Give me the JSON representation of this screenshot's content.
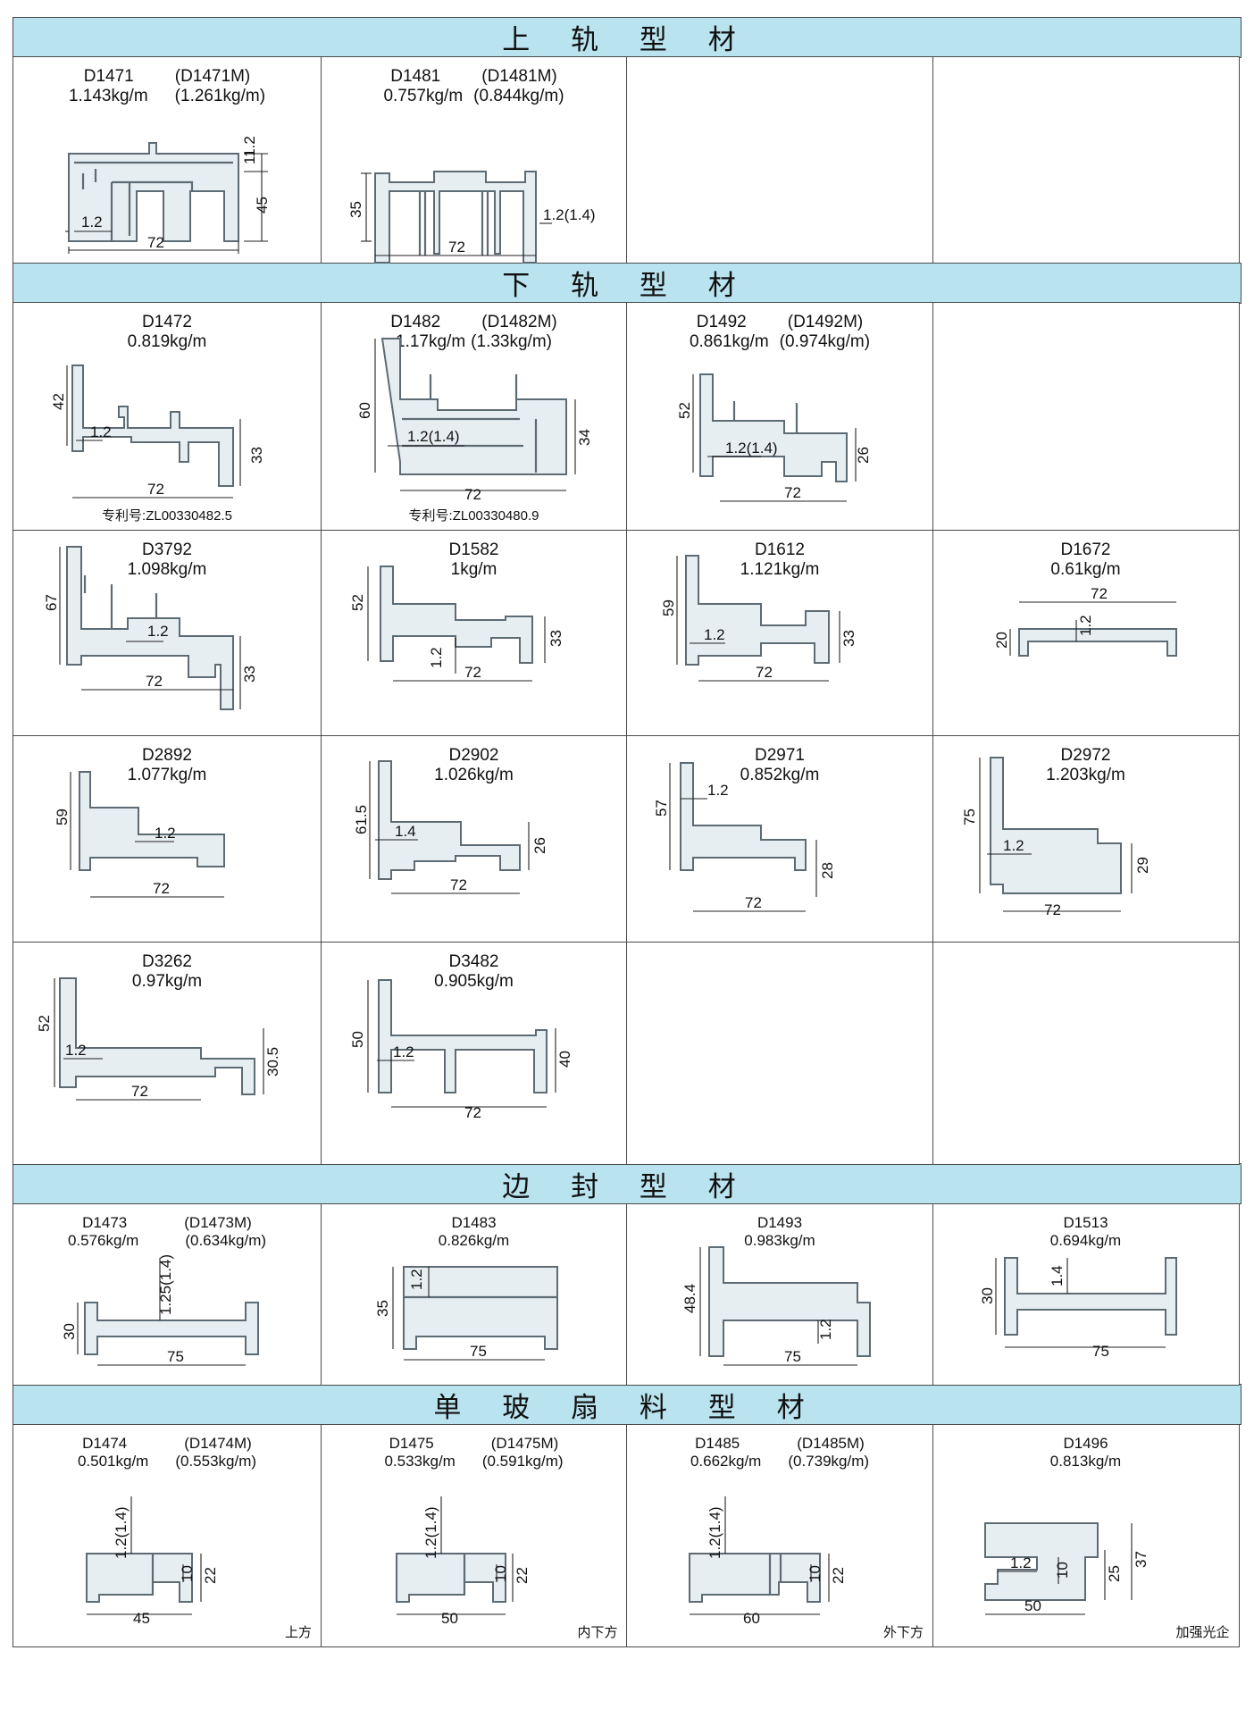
{
  "sections": [
    {
      "title": "上 轨 型 材"
    },
    {
      "title": "下 轨 型 材"
    },
    {
      "title": "边 封 型 材"
    },
    {
      "title": "单 玻 扇 料 型 材"
    }
  ],
  "top_rail": [
    {
      "code": "D1471",
      "alt_code": "(D1471M)",
      "weight": "1.143kg/m",
      "alt_weight": "(1.261kg/m)",
      "dims": [
        "11.2",
        "45",
        "1.2",
        "72"
      ]
    },
    {
      "code": "D1481",
      "alt_code": "(D1481M)",
      "weight": "0.757kg/m",
      "alt_weight": "(0.844kg/m)",
      "dims": [
        "35",
        "1.2(1.4)",
        "72"
      ]
    }
  ],
  "bottom_rail": [
    {
      "code": "D1472",
      "weight": "0.819kg/m",
      "dims": [
        "42",
        "1.2",
        "33",
        "72"
      ],
      "note": "专利号:ZL00330482.5"
    },
    {
      "code": "D1482",
      "alt_code": "(D1482M)",
      "weight": "1.17kg/m",
      "alt_weight": "(1.33kg/m)",
      "dims": [
        "60",
        "1.2(1.4)",
        "34",
        "72"
      ],
      "note": "专利号:ZL00330480.9"
    },
    {
      "code": "D1492",
      "alt_code": "(D1492M)",
      "weight": "0.861kg/m",
      "alt_weight": "(0.974kg/m)",
      "dims": [
        "52",
        "1.2(1.4)",
        "26",
        "72"
      ]
    },
    {
      "code": "D3792",
      "weight": "1.098kg/m",
      "dims": [
        "67",
        "1.2",
        "33",
        "72"
      ]
    },
    {
      "code": "D1582",
      "weight": "1kg/m",
      "dims": [
        "52",
        "1.2",
        "33",
        "72"
      ]
    },
    {
      "code": "D1612",
      "weight": "1.121kg/m",
      "dims": [
        "59",
        "1.2",
        "33",
        "72"
      ]
    },
    {
      "code": "D1672",
      "weight": "0.61kg/m",
      "dims": [
        "72",
        "20",
        "1.2"
      ]
    },
    {
      "code": "D2892",
      "weight": "1.077kg/m",
      "dims": [
        "59",
        "1.2",
        "72"
      ]
    },
    {
      "code": "D2902",
      "weight": "1.026kg/m",
      "dims": [
        "61.5",
        "1.4",
        "26",
        "72"
      ]
    },
    {
      "code": "D2971",
      "weight": "0.852kg/m",
      "dims": [
        "1.2",
        "57",
        "28",
        "72"
      ]
    },
    {
      "code": "D2972",
      "weight": "1.203kg/m",
      "dims": [
        "75",
        "1.2",
        "29",
        "72"
      ]
    },
    {
      "code": "D3262",
      "weight": "0.97kg/m",
      "dims": [
        "52",
        "1.2",
        "30.5",
        "72"
      ]
    },
    {
      "code": "D3482",
      "weight": "0.905kg/m",
      "dims": [
        "50",
        "1.2",
        "40",
        "72"
      ]
    }
  ],
  "side_seal": [
    {
      "code": "D1473",
      "alt_code": "(D1473M)",
      "weight": "0.576kg/m",
      "alt_weight": "(0.634kg/m)",
      "dims": [
        "1.25(1.4)",
        "30",
        "75"
      ]
    },
    {
      "code": "D1483",
      "weight": "0.826kg/m",
      "dims": [
        "1.2",
        "35",
        "75"
      ]
    },
    {
      "code": "D1493",
      "weight": "0.983kg/m",
      "dims": [
        "48.4",
        "1.2",
        "75"
      ]
    },
    {
      "code": "D1513",
      "weight": "0.694kg/m",
      "dims": [
        "1.4",
        "30",
        "75"
      ]
    }
  ],
  "sash": [
    {
      "code": "D1474",
      "alt_code": "(D1474M)",
      "weight": "0.501kg/m",
      "alt_weight": "(0.553kg/m)",
      "dims": [
        "1.2(1.4)",
        "10",
        "22",
        "45"
      ],
      "position": "上方"
    },
    {
      "code": "D1475",
      "alt_code": "(D1475M)",
      "weight": "0.533kg/m",
      "alt_weight": "(0.591kg/m)",
      "dims": [
        "1.2(1.4)",
        "10",
        "22",
        "50"
      ],
      "position": "内下方"
    },
    {
      "code": "D1485",
      "alt_code": "(D1485M)",
      "weight": "0.662kg/m",
      "alt_weight": "(0.739kg/m)",
      "dims": [
        "1.2(1.4)",
        "10",
        "22",
        "60"
      ],
      "position": "外下方"
    },
    {
      "code": "D1496",
      "weight": "0.813kg/m",
      "dims": [
        "1.2",
        "10",
        "25",
        "37",
        "50"
      ],
      "position": "加强光企"
    }
  ]
}
